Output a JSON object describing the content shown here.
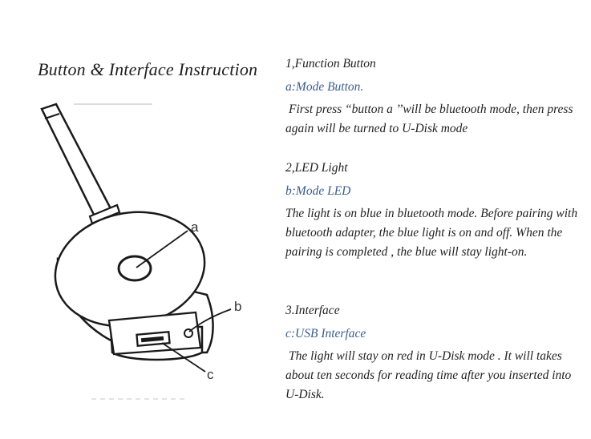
{
  "heading": "Button & Interface Instruction",
  "diagram": {
    "callouts": [
      "a",
      "b",
      "c"
    ]
  },
  "sections": [
    {
      "title": "1,Function Button",
      "label": "a:Mode Button.",
      "text": "First press “button a ’’will be bluetooth  mode, then press again will be turned to U-Disk mode"
    },
    {
      "title": "2,LED Light",
      "label": "b:Mode  LED",
      "text": "The light is on blue  in bluetooth mode. Before pairing with  bluetooth adapter, the blue light is on and off. When the pairing is completed , the blue will stay light-on."
    },
    {
      "title": "3.Interface",
      "label": "c:USB Interface",
      "text": "The light will stay on red in U-Disk mode . It will takes about ten seconds for reading time after you inserted into U-Disk."
    }
  ],
  "colors": {
    "text": "#222222",
    "label_blue": "#3b5e8c",
    "line_art": "#1a1a1a"
  }
}
